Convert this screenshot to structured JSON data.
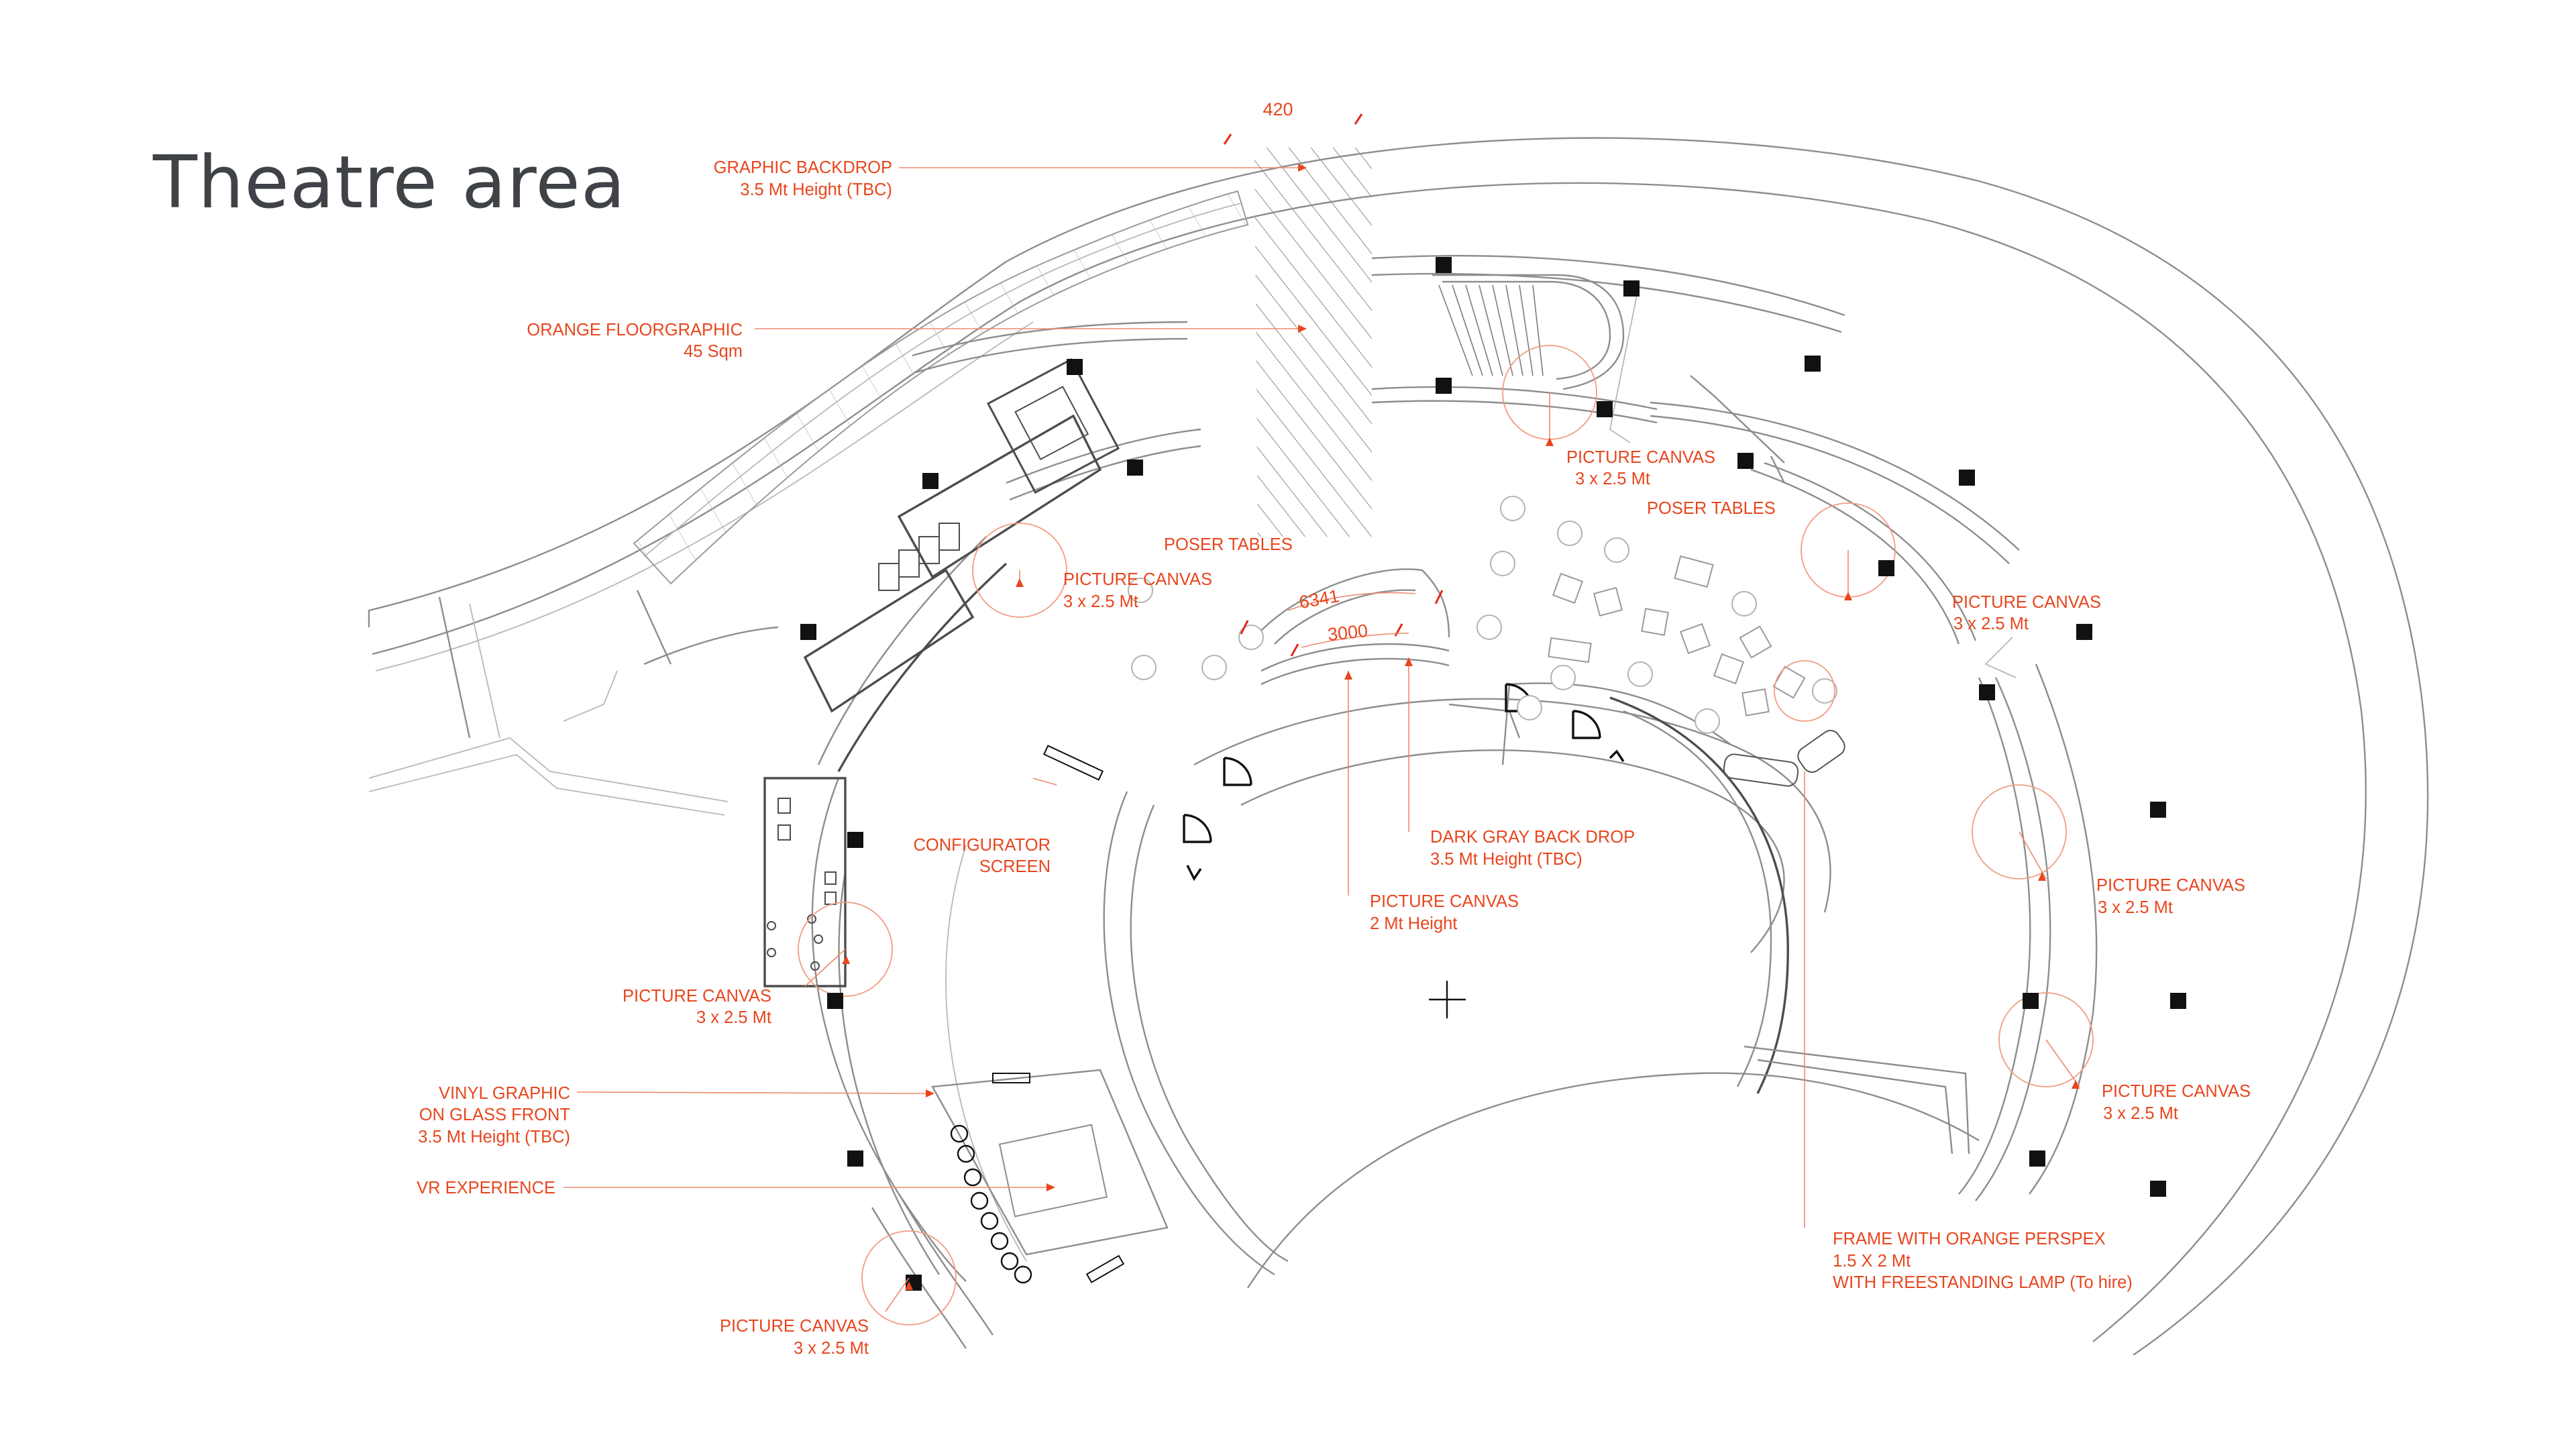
{
  "page": {
    "title": "Theatre area"
  },
  "dimensions": {
    "outer": "6341",
    "inner": "3000",
    "top_clipped": "420"
  },
  "labels": {
    "graphic_backdrop": [
      "GRAPHIC BACKDROP",
      "3.5 Mt Height (TBC)"
    ],
    "orange_floorgraphic": [
      "ORANGE FLOORGRAPHIC",
      "45 Sqm"
    ],
    "poser_tables_left": "POSER TABLES",
    "poser_tables_right": "POSER TABLES",
    "picture_canvas_upper_left": [
      "PICTURE CANVAS",
      "3 x 2.5 Mt"
    ],
    "picture_canvas_top_right": [
      "PICTURE CANVAS",
      "3 x 2.5 Mt"
    ],
    "picture_canvas_right_1": [
      "PICTURE CANVAS",
      "3 x 2.5 Mt"
    ],
    "picture_canvas_right_2": [
      "PICTURE CANVAS",
      "3 x 2.5 Mt"
    ],
    "picture_canvas_right_3": [
      "PICTURE CANVAS",
      "3 x 2.5 Mt"
    ],
    "picture_canvas_left": [
      "PICTURE CANVAS",
      "3 x 2.5 Mt"
    ],
    "picture_canvas_bottom": [
      "PICTURE CANVAS",
      "3 x 2.5 Mt"
    ],
    "picture_canvas_center": [
      "PICTURE CANVAS",
      "2 Mt Height"
    ],
    "configurator_screen": [
      "CONFIGURATOR",
      "SCREEN"
    ],
    "dark_gray_backdrop": [
      "DARK GRAY BACK DROP",
      "3.5 Mt Height (TBC)"
    ],
    "vinyl_graphic": [
      "VINYL GRAPHIC",
      "ON GLASS FRONT",
      "3.5 Mt Height (TBC)"
    ],
    "vr_experience": "VR EXPERIENCE",
    "frame_perspex": [
      "FRAME WITH ORANGE PERSPEX",
      "1.5 X 2 Mt",
      "WITH FREESTANDING LAMP (To hire)"
    ]
  },
  "colors": {
    "annotation": "#e8461e",
    "title": "#3f4347",
    "linework": "#8d8d8d"
  }
}
